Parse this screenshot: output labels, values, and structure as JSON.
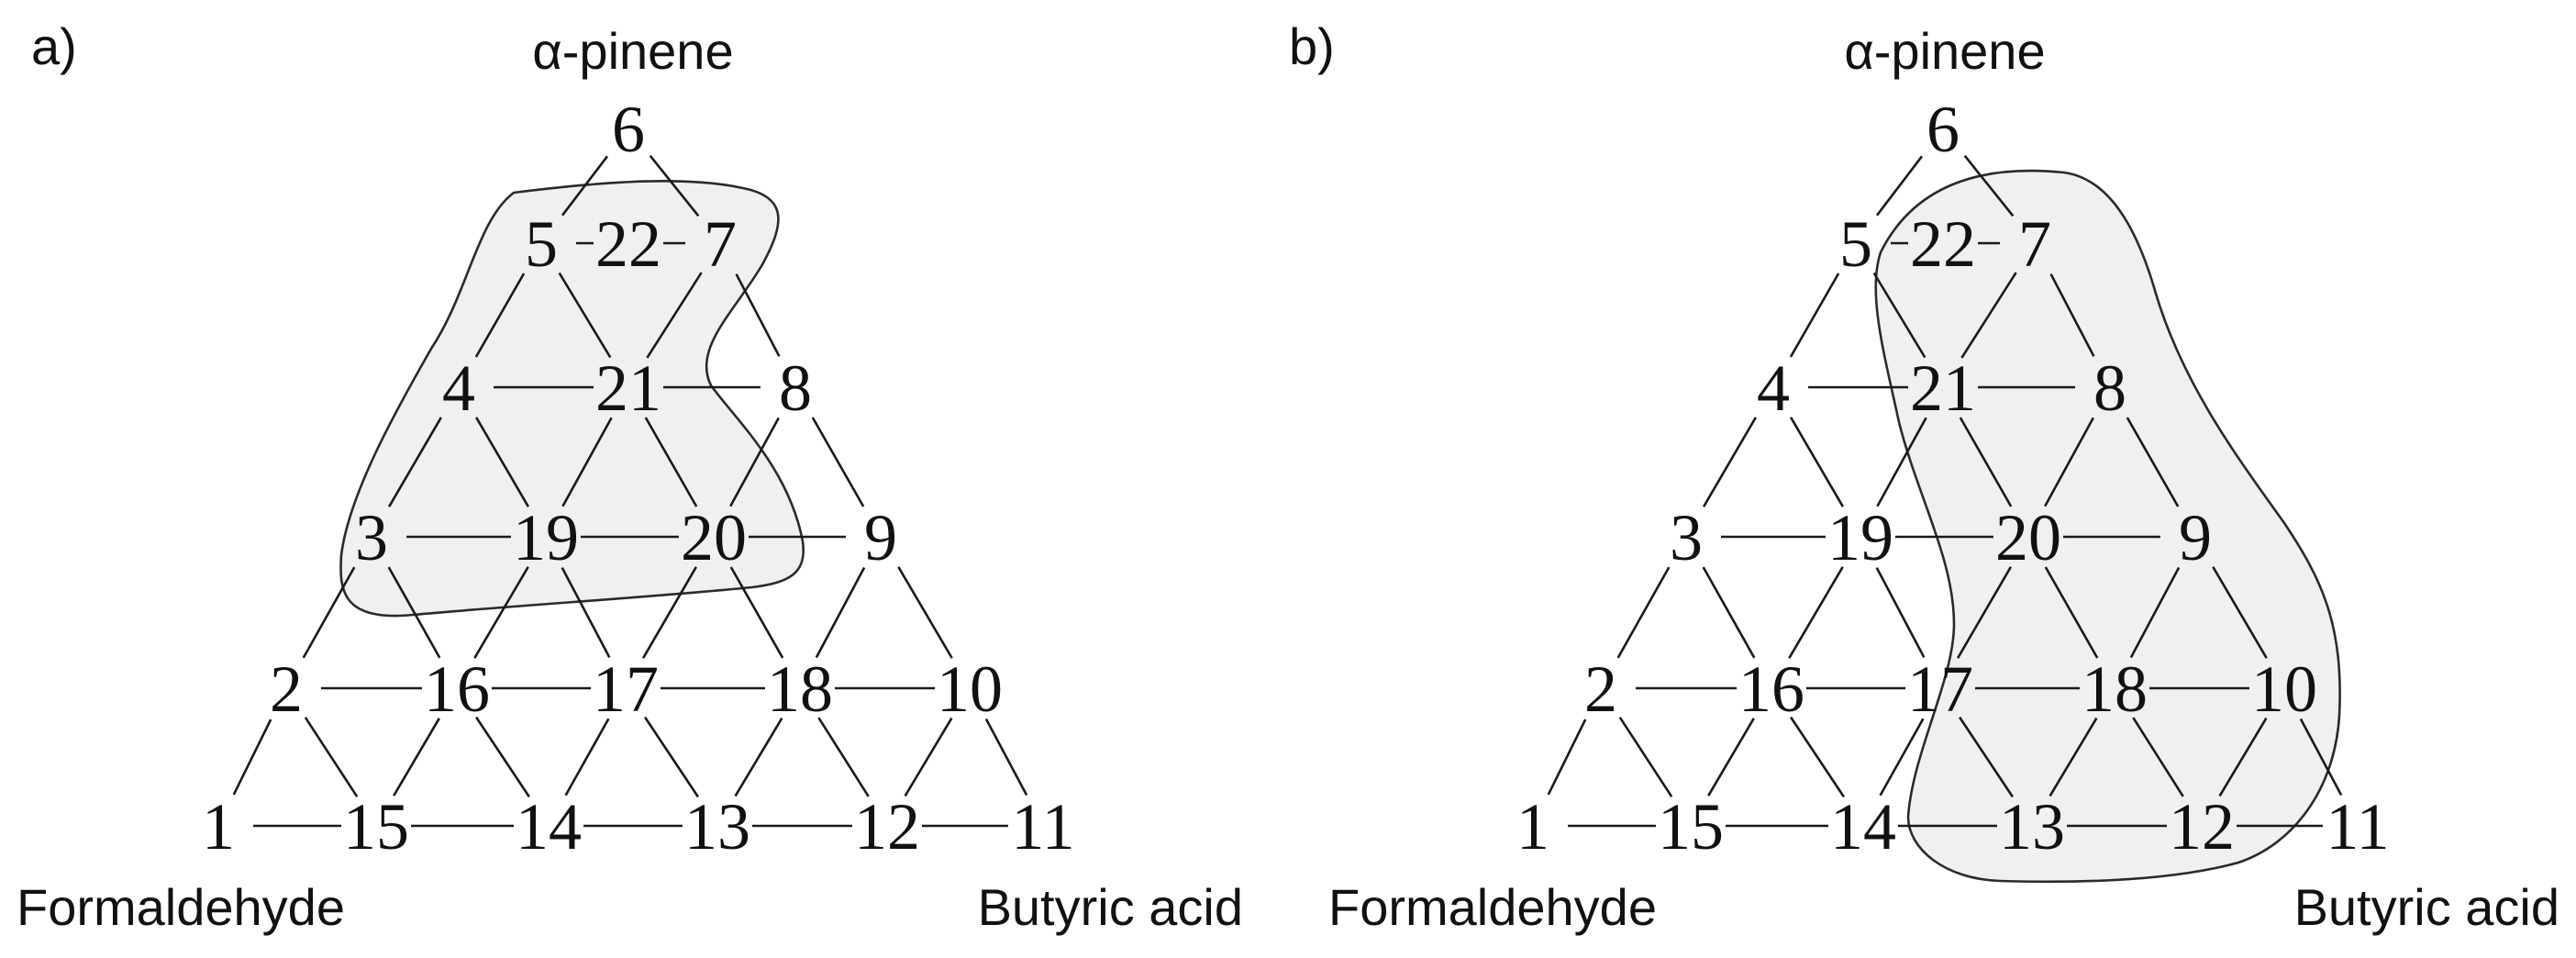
{
  "panels": [
    {
      "letter": "a)",
      "vertices": {
        "top": "α-pinene",
        "bottom_left": "Formaldehyde",
        "bottom_right": "Butyric acid"
      },
      "highlighted_nodes": [
        "5",
        "22",
        "7",
        "4",
        "21",
        "3",
        "19",
        "20"
      ]
    },
    {
      "letter": "b)",
      "vertices": {
        "top": "α-pinene",
        "bottom_left": "Formaldehyde",
        "bottom_right": "Butyric acid"
      },
      "highlighted_nodes": [
        "22",
        "7",
        "21",
        "8",
        "20",
        "9",
        "17",
        "18",
        "10",
        "13",
        "12"
      ]
    }
  ],
  "nodes": [
    "1",
    "2",
    "3",
    "4",
    "5",
    "6",
    "7",
    "8",
    "9",
    "10",
    "11",
    "12",
    "13",
    "14",
    "15",
    "16",
    "17",
    "18",
    "19",
    "20",
    "21",
    "22"
  ],
  "colors": {
    "region_fill": "#f0f0f0",
    "line": "#1a1a1a"
  }
}
